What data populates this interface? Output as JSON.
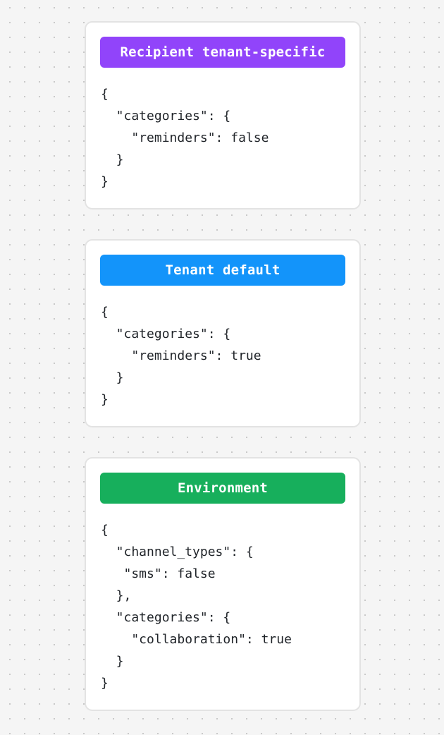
{
  "page": {
    "background_color": "#f5f5f5",
    "dot_color": "#c9c9c9",
    "card_background": "#ffffff",
    "card_border_color": "#e3e3e3",
    "body_text_color": "#1f2328"
  },
  "cards": [
    {
      "title": "Recipient tenant-specific",
      "accent_color": "#9144fa",
      "body": "{\n  \"categories\": {\n    \"reminders\": false\n  }\n}"
    },
    {
      "title": "Tenant default",
      "accent_color": "#1394fa",
      "body": "{\n  \"categories\": {\n    \"reminders\": true\n  }\n}"
    },
    {
      "title": "Environment",
      "accent_color": "#17af5c",
      "body": "{\n  \"channel_types\": {\n   \"sms\": false\n  },\n  \"categories\": {\n    \"collaboration\": true\n  }\n}"
    }
  ]
}
